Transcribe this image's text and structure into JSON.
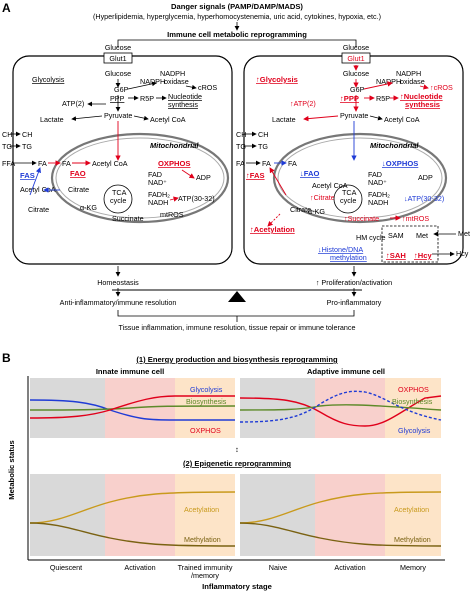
{
  "panel_a": {
    "label": "A",
    "danger_title": "Danger signals (PAMP/DAMP/MADS)",
    "danger_list": "(Hyperlipidemia, hyperglycemia, hyperhomocystenemia, uric acid, cytokines, hypoxia, etc.)",
    "reprogramming_title": "Immune cell metabolic reprogramming",
    "left_cell": {
      "glucose": "Glucose",
      "glut1": "Glut1",
      "glucose_in": "Glucose",
      "glycolysis": "Glycolysis",
      "g6p": "G6P",
      "nadph": "NADPH",
      "oxidase": "oxidase",
      "ppp": "PPP",
      "r5p": "R5P",
      "croS": "cROS",
      "nucleotide": "Nucleotide",
      "synthesis": "synthesis",
      "atp2": "ATP(2)",
      "pyruvate": "Pyruvate",
      "lactate": "Lactate",
      "acetyl_coa_top": "Acetyl CoA",
      "mitochondrial": "Mitochondrial",
      "ch": "CH",
      "tg": "TG",
      "ffa": "FFA",
      "fa": "FA",
      "fa2": "FA",
      "fao": "FAO",
      "oxphos": "OXPHOS",
      "acetyl_coa": "Acetyl CoA",
      "fas": "FAS",
      "acetyl_coa_cyto": "Acetyl CoA",
      "citrate_cyto": "Citrate",
      "citrate": "Citrate",
      "fad": "FAD",
      "nad": "NAD⁺",
      "adp": "ADP",
      "fadh": "FADH₂",
      "nadh": "NADH",
      "tca": "TCA",
      "cycle": "cycle",
      "akg": "α-KG",
      "succinate": "Succinate",
      "atp3032": "ATP(30-32)",
      "mtros": "mtROS",
      "outcome1": "Homeostasis",
      "outcome2": "Anti-inflammatory/immune resolution"
    },
    "right_cell": {
      "glucose": "Glucose",
      "glut1": "Glut1",
      "glucose_in": "Glucose",
      "glycolysis": "↑Glycolysis",
      "g6p": "G6P",
      "nadph": "NADPH",
      "oxidase": "oxidase",
      "ppp": "↑PPP",
      "r5p": "R5P",
      "croS": "↑cROS",
      "nucleotide": "↑Nucleotide",
      "synthesis": "synthesis",
      "atp2": "↑ATP(2)",
      "pyruvate": "Pyruvate",
      "lactate": "Lactate",
      "acetyl_coa_top": "Acetyl CoA",
      "mitochondrial": "Mitochondrial",
      "ch": "CH",
      "tg": "TG",
      "fa": "FA",
      "fa2": "FA",
      "fao": "↓FAO",
      "oxphos": "↓OXPHOS",
      "acetyl_coa": "Acetyl CoA",
      "fas": "↑FAS",
      "citrate_up": "↑Citrate",
      "citrate": "Citrate",
      "acetylation": "↑Acetylation",
      "fad": "FAD",
      "nad": "NAD⁺",
      "adp": "ADP",
      "fadh": "FADH₂",
      "nadh": "NADH",
      "tca": "TCA",
      "cycle": "cycle",
      "akg": "α-KG",
      "succinate": "↑Succinate",
      "atp3032": "↓ATP(30-32)",
      "mtros": "↑mtROS",
      "hm_cycle": "HM cycle",
      "sam": "SAM",
      "met": "Met",
      "sah": "↑SAH",
      "hcy": "↑Hcy",
      "histone": "↓Histone/DNA",
      "methylation": "methylation",
      "met_out": "Met",
      "hcy_out": "Hcy",
      "outcome1": "↑ Proliferation/activation",
      "outcome2": "Pro-inflammatory"
    },
    "bottom": "Tissue inflammation, immune resolution, tissue repair or immune tolerance"
  },
  "panel_b": {
    "label": "B",
    "section1": "(1) Energy production and biosynthesis reprogramming",
    "innate": "Innate immune cell",
    "adaptive": "Adaptive immune cell",
    "innate_series": [
      "Glycolysis",
      "Biosynthesis",
      "OXPHOS"
    ],
    "adaptive_series": [
      "OXPHOS",
      "Biosynthesis",
      "Glycolysis"
    ],
    "section2": "(2) Epigenetic reprogramming",
    "epi_innate_series": [
      "Acetylation",
      "Methylation"
    ],
    "epi_adaptive_series": [
      "Acetylation",
      "Methylation"
    ],
    "y_label": "Metabolic status",
    "x_ticks": [
      "Quiescent",
      "Activation",
      "Trained immunity",
      "/memory",
      "Naive",
      "Activation",
      "Memory"
    ],
    "x_label": "Inflammatory stage",
    "colors": {
      "glycolysis": "#1f3bd6",
      "biosynthesis": "#5e8a2a",
      "oxphos": "#e0001b",
      "acetylation": "#c99a1c",
      "methylation": "#7a6212",
      "gray": "#d9d9d9",
      "pink": "#f8d0cc",
      "peach": "#fde4c8"
    }
  }
}
